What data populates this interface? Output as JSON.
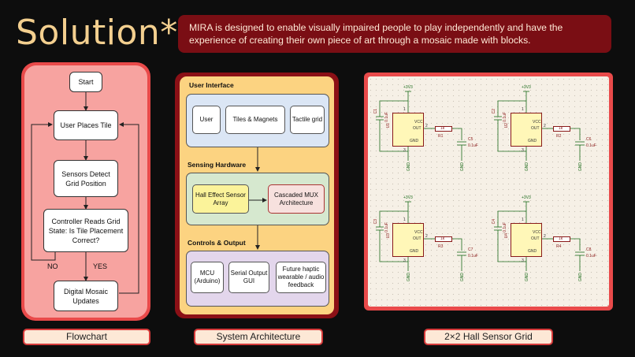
{
  "page": {
    "title": "Solution*",
    "intro": "MIRA is designed to enable visually impaired people to play independently and have the experience of creating their own piece of art through a mosaic made with blocks."
  },
  "flowchart": {
    "label": "Flowchart",
    "start": "Start",
    "places": "User Places Tile",
    "detect": "Sensors Detect Grid Position",
    "reads": "Controller Reads Grid State: Is Tile Placement Correct?",
    "no": "NO",
    "yes": "YES",
    "mosaic": "Digital Mosaic Updates"
  },
  "architecture": {
    "label": "System Architecture",
    "ui_title": "User Interface",
    "user": "User",
    "tiles": "Tiles & Magnets",
    "tactile": "Tactile grid",
    "sensing_title": "Sensing Hardware",
    "hall": "Hall Effect Sensor Array",
    "mux": "Cascaded MUX Architecture",
    "controls_title": "Controls & Output",
    "mcu": "MCU (Arduino)",
    "serial": "Serial Output GUI",
    "haptic": "Future haptic wearable / audio feedback"
  },
  "schematic": {
    "label": "2×2 Hall Sensor Grid",
    "cells": [
      {
        "u": "U1",
        "c1": "C1",
        "c1v": "0.1uF",
        "r": "R1",
        "rv": "1k",
        "c2": "C5",
        "c2v": "0.1uF",
        "vcc": "+3V3"
      },
      {
        "u": "U2",
        "c1": "C2",
        "c1v": "0.1uF",
        "r": "R2",
        "rv": "1k",
        "c2": "C6",
        "c2v": "0.1uF",
        "vcc": "+3V3"
      },
      {
        "u": "U3",
        "c1": "C3",
        "c1v": "0.1uF",
        "r": "R3",
        "rv": "1k",
        "c2": "C7",
        "c2v": "0.1uF",
        "vcc": "+3V3"
      },
      {
        "u": "U4",
        "c1": "C4",
        "c1v": "0.1uF",
        "r": "R4",
        "rv": "1k",
        "c2": "C8",
        "c2v": "0.1uF",
        "vcc": "+3V3"
      }
    ],
    "pin_vcc": "VCC",
    "pin_out": "OUT",
    "pin_gnd": "GND",
    "gnd": "GND",
    "pin1": "1",
    "pin2": "2",
    "pin3": "3"
  }
}
